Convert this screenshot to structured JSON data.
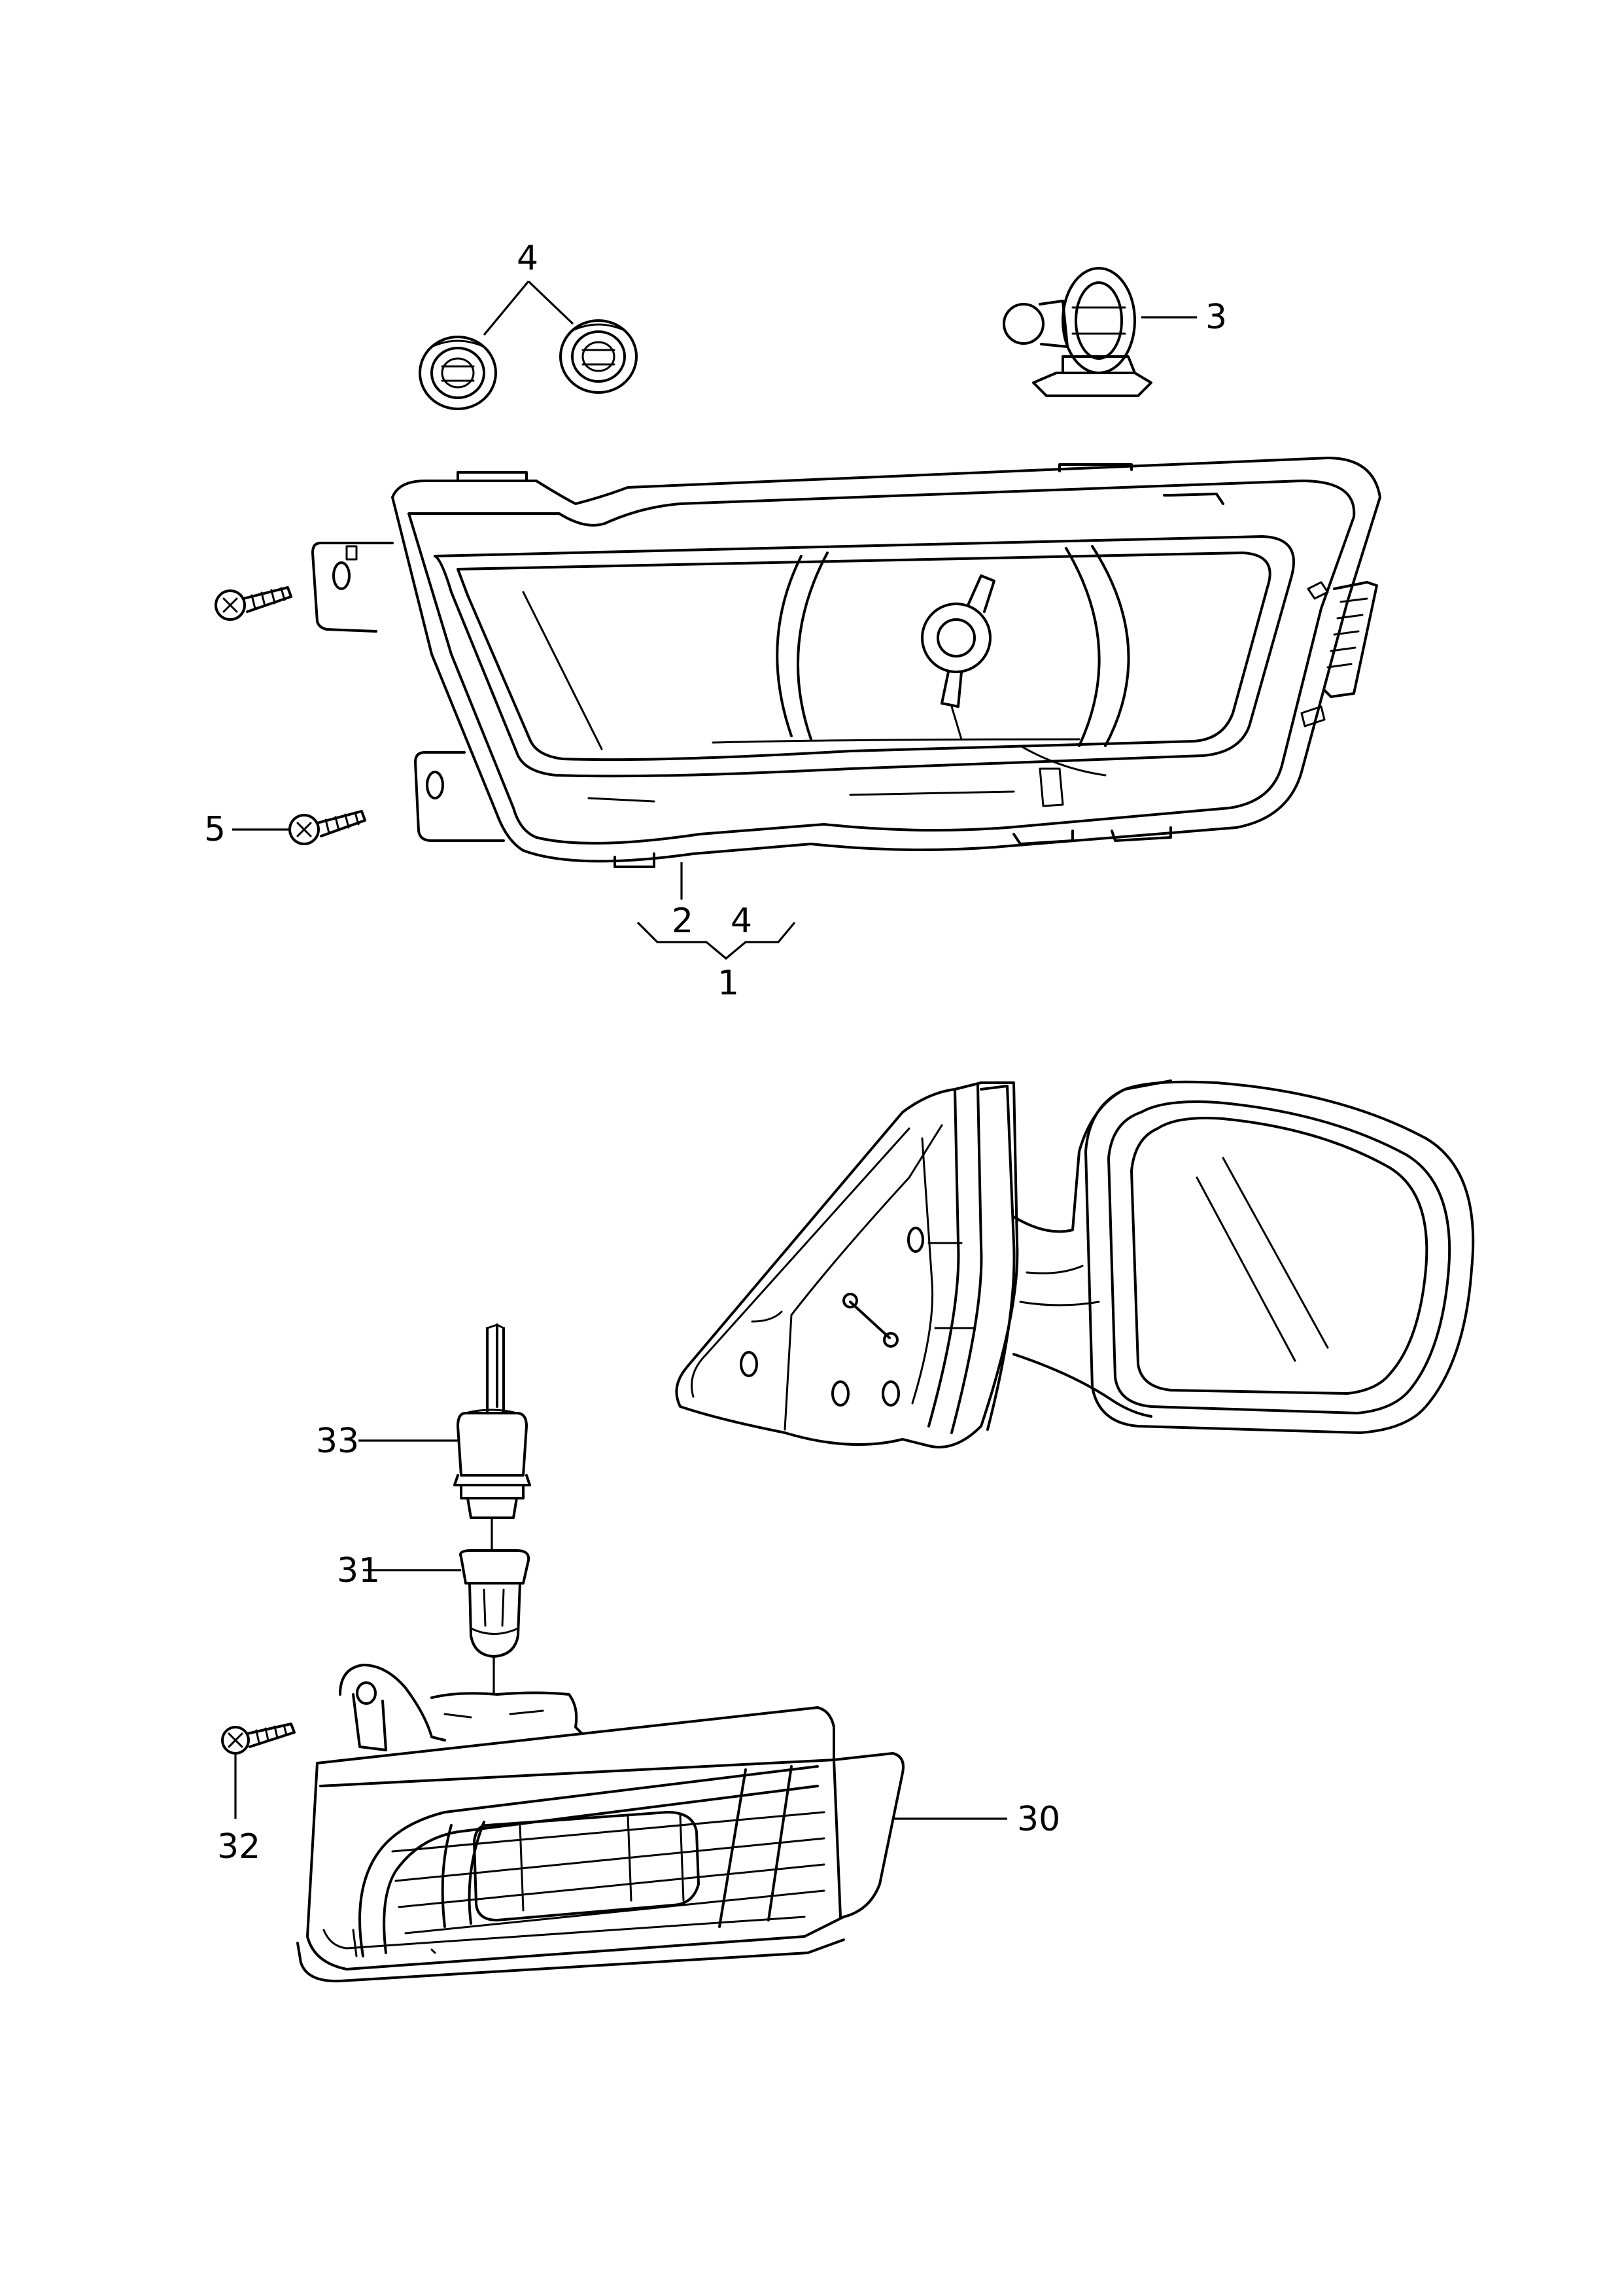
{
  "diagram": {
    "callouts": {
      "c1": "1",
      "c2": "2",
      "c3": "3",
      "c4_top": "4",
      "c4_bottom": "4",
      "c5": "5",
      "c30": "30",
      "c31": "31",
      "c32": "32",
      "c33": "33"
    }
  }
}
